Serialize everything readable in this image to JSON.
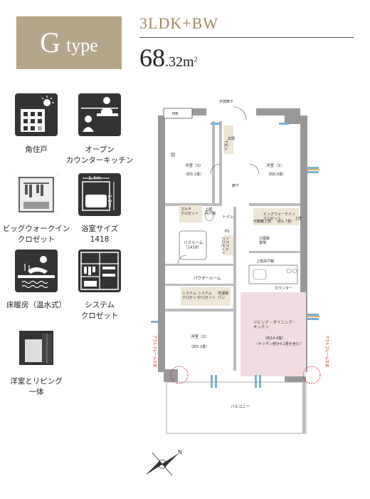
{
  "header": {
    "type_letter": "G",
    "type_word": "type",
    "layout": "3LDK+BW",
    "area_int": "68",
    "area_dec": ".32",
    "area_unit": "m",
    "area_sup": "2"
  },
  "features": [
    {
      "icon": "corner-unit-icon",
      "label": "角住戸"
    },
    {
      "icon": "open-kitchen-icon",
      "label": "オープン\nカウンターキッチン"
    },
    {
      "icon": "walk-in-closet-icon",
      "label": "ビッグウォークイン\nクロゼット"
    },
    {
      "icon": "bathroom-size-icon",
      "label": "浴室サイズ\n1418",
      "dims": [
        "1.4m",
        "1.8m"
      ]
    },
    {
      "icon": "floor-heating-icon",
      "label": "床暖房（温水式）"
    },
    {
      "icon": "system-closet-icon",
      "label": "システム\nクロゼット"
    },
    {
      "icon": "western-living-icon",
      "label": "洋室とリビング\n一体"
    }
  ],
  "plan": {
    "corridor": "外部廊下",
    "mb": "MB",
    "entrance": "玄関",
    "shoe_box": "下足入",
    "hall": "廊下",
    "room3": "洋室（3）",
    "room3_size": "（約5.1畳）",
    "room1": "洋室（1）",
    "room1_size": "（約6.0畳）",
    "multi_closet": "マルチ\nクロゼット",
    "storage_top": "上部\n吊戸棚",
    "toilet": "トイレ",
    "ps": "PS",
    "walkin": "ビッグウォークイン\nクロゼット",
    "walkin_size": "（約1.7畳）",
    "movable_shelf": "可動棚上部",
    "shelf_under": "上部",
    "bathroom": "バスルーム\n（1418）",
    "system_closet_small": "システム\nクロゼット",
    "powder": "パウダールーム",
    "refrigerator": "冷蔵庫\n置場",
    "upper_cabinet": "上部吊戸棚",
    "counter": "カウンター",
    "system_closet1": "システム\nクロゼット",
    "system_closet2": "システム\nクロゼット",
    "washer": "洗濯機\nパン",
    "ldk": "リビング・ダイニング・\nキッチン",
    "ldk_size": "（約14.4畳）",
    "ldk_note": "（キッチン部分4.2畳を含む）",
    "room2": "洋室（2）",
    "room2_size": "（約5.2畳）",
    "outframe_l": "アウトフレーム工法",
    "outframe_r": "アウトフレーム工法",
    "balcony": "バルコニー",
    "compass_n": "N"
  }
}
